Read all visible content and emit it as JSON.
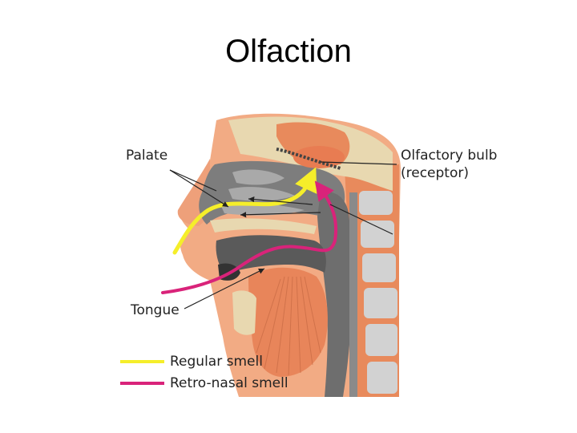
{
  "slide": {
    "title": "Olfaction"
  },
  "labels": {
    "palate": "Palate",
    "olfactory_bulb": "Olfactory bulb",
    "receptor": "(receptor)",
    "tongue": "Tongue"
  },
  "legend": {
    "items": [
      {
        "label": "Regular smell",
        "color": "#f5ee2a"
      },
      {
        "label": "Retro-nasal smell",
        "color": "#d9237a"
      }
    ]
  },
  "colors": {
    "skin": "#f2ab84",
    "skin_dark": "#e88a5c",
    "bone": "#e8d8b0",
    "cavity": "#7d7d7d",
    "cavity_light": "#a9a9a9",
    "spine": "#d2d2d2",
    "tongue": "#e8855a"
  }
}
